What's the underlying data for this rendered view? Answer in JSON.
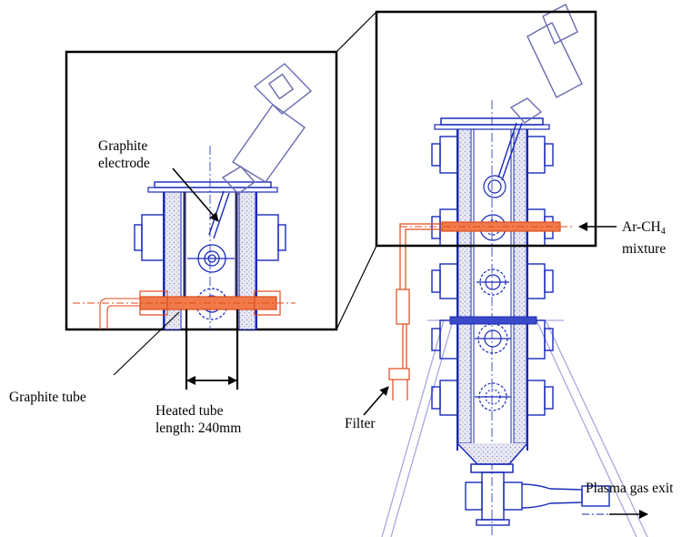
{
  "labels": {
    "graphite_electrode_line1": "Graphite",
    "graphite_electrode_line2": "electrode",
    "graphite_tube": "Graphite tube",
    "heated_tube_line1": "Heated tube",
    "heated_tube_line2": "length: 240mm",
    "ar_prefix": "Ar-CH",
    "ar_subscript": "4",
    "mixture": "mixture",
    "filter": "Filter",
    "plasma_gas_exit": "Plasma gas exit"
  },
  "colors": {
    "frame": "#000000",
    "reactor_blue": "#1a2ab8",
    "drawing_lavender": "#6a6ab0",
    "ghost_lines": "#a8a8e0",
    "heated_tube_orange": "#e04a1a",
    "insulation_fill": "#d6d6ea",
    "background": "#ffffff"
  },
  "icons": {
    "arrowheads": "arrowhead-icon",
    "flanges": "flange-icon",
    "viewports": "viewport-icon"
  }
}
